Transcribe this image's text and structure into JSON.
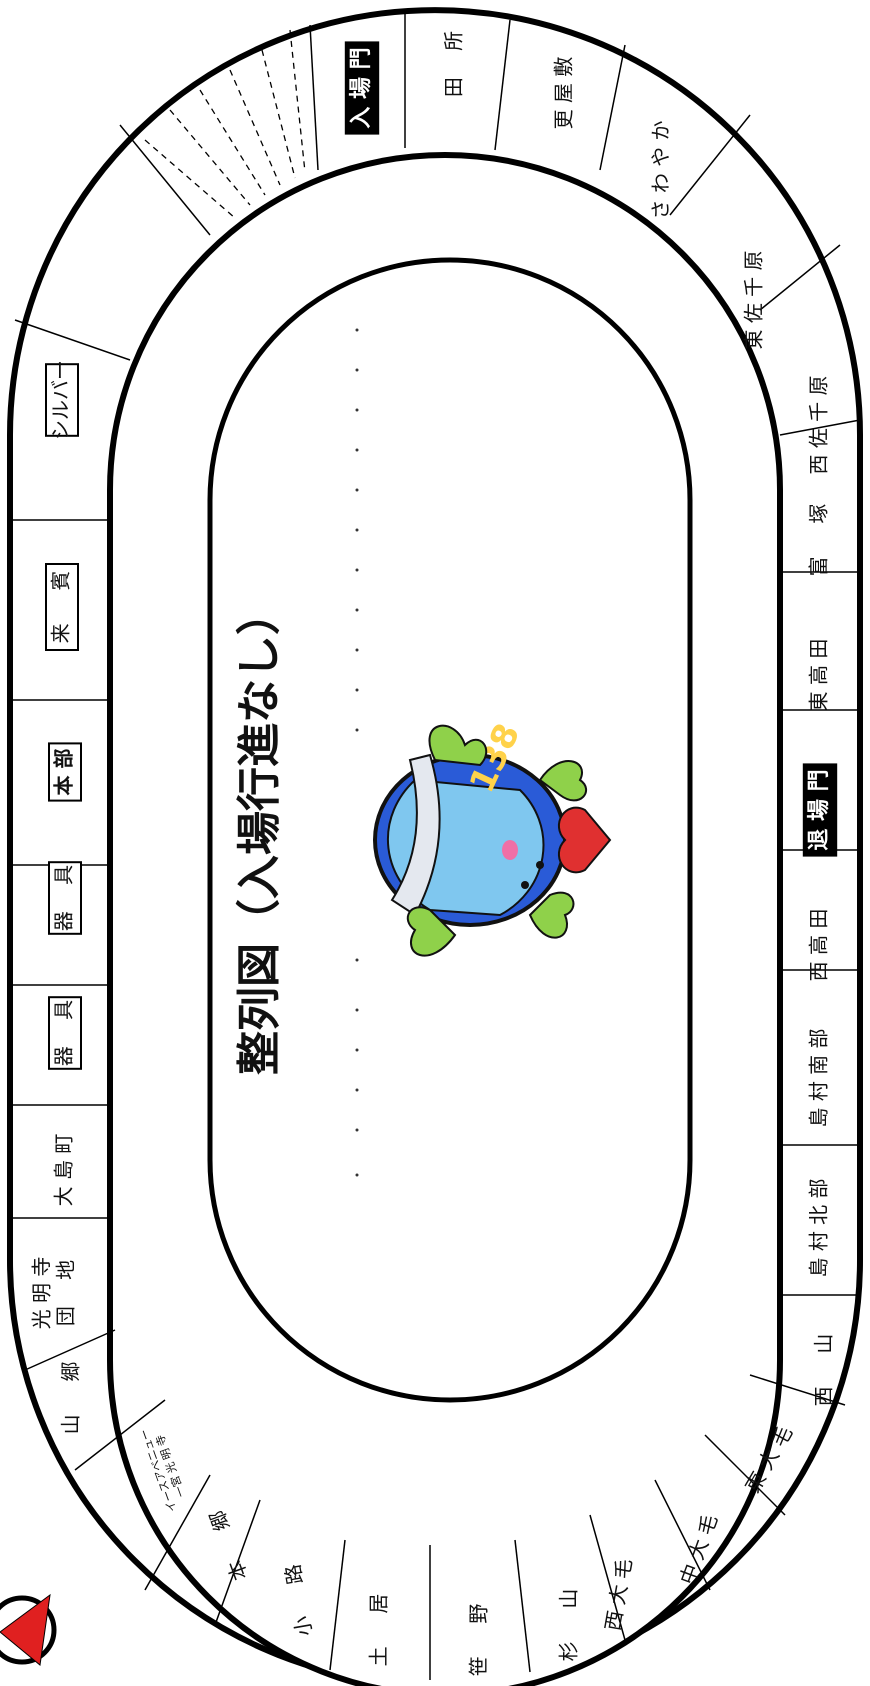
{
  "title": "整列図（入場行進なし）",
  "top_labels": [
    {
      "id": "entrance",
      "text": "入 場 門",
      "style": "inverse"
    },
    {
      "id": "silver",
      "text": "シルバー",
      "style": "boxed"
    },
    {
      "id": "guest",
      "text": "来 　 賓",
      "style": "boxed"
    },
    {
      "id": "hq",
      "text": "本 部",
      "style": "boxed-bold"
    },
    {
      "id": "equip1",
      "text": "器 　具",
      "style": "boxed"
    },
    {
      "id": "equip2",
      "text": "器 　具",
      "style": "boxed"
    },
    {
      "id": "oshimacho",
      "text": "大 島 町",
      "style": "plain"
    },
    {
      "id": "koumyouji",
      "text": "光 明 寺\n団 　地",
      "style": "plain"
    },
    {
      "id": "yamago",
      "text": "山 　 郷",
      "style": "plain"
    }
  ],
  "right_labels": [
    {
      "id": "tadokoro",
      "text": "田 　所"
    },
    {
      "id": "sarayashiki",
      "text": "更 屋 敷"
    },
    {
      "id": "sawayaka",
      "text": "さ わ や か"
    },
    {
      "id": "higashisachihara",
      "text": "東 佐 千 原"
    },
    {
      "id": "nishisachihara",
      "text": "西 佐 千 原"
    },
    {
      "id": "tomizuka",
      "text": "富 　 塚"
    },
    {
      "id": "higashitakada",
      "text": "東 高 田"
    },
    {
      "id": "exit",
      "text": "退 場 門",
      "style": "inverse"
    },
    {
      "id": "nishitakada",
      "text": "西 高 田"
    },
    {
      "id": "shimamuranambu",
      "text": "島 村 南 部"
    },
    {
      "id": "shimamurahokubu",
      "text": "島 村 北 部"
    },
    {
      "id": "nishiyama",
      "text": "西 　 山"
    }
  ],
  "bottom_labels": [
    {
      "id": "higashioge",
      "text": "東 大 毛"
    },
    {
      "id": "nakaoge",
      "text": "中 大 毛"
    },
    {
      "id": "nishioge",
      "text": "西 大 毛"
    },
    {
      "id": "sugiyama",
      "text": "杉 　 山"
    },
    {
      "id": "sasano",
      "text": "笹 　 野"
    },
    {
      "id": "doi",
      "text": "土 　 居"
    },
    {
      "id": "koji",
      "text": "小 　 路"
    },
    {
      "id": "hongo",
      "text": "本 　 郷"
    },
    {
      "id": "avenue",
      "text": "イースアベニュー\n一宮 光 明 寺"
    }
  ],
  "mascot": {
    "number_text": "138",
    "body_color": "#2a5bd7",
    "light_color": "#7fc7ef",
    "limb_color": "#8fd14a",
    "heart_color": "#e03030"
  },
  "compass": {
    "color": "#e02020"
  }
}
